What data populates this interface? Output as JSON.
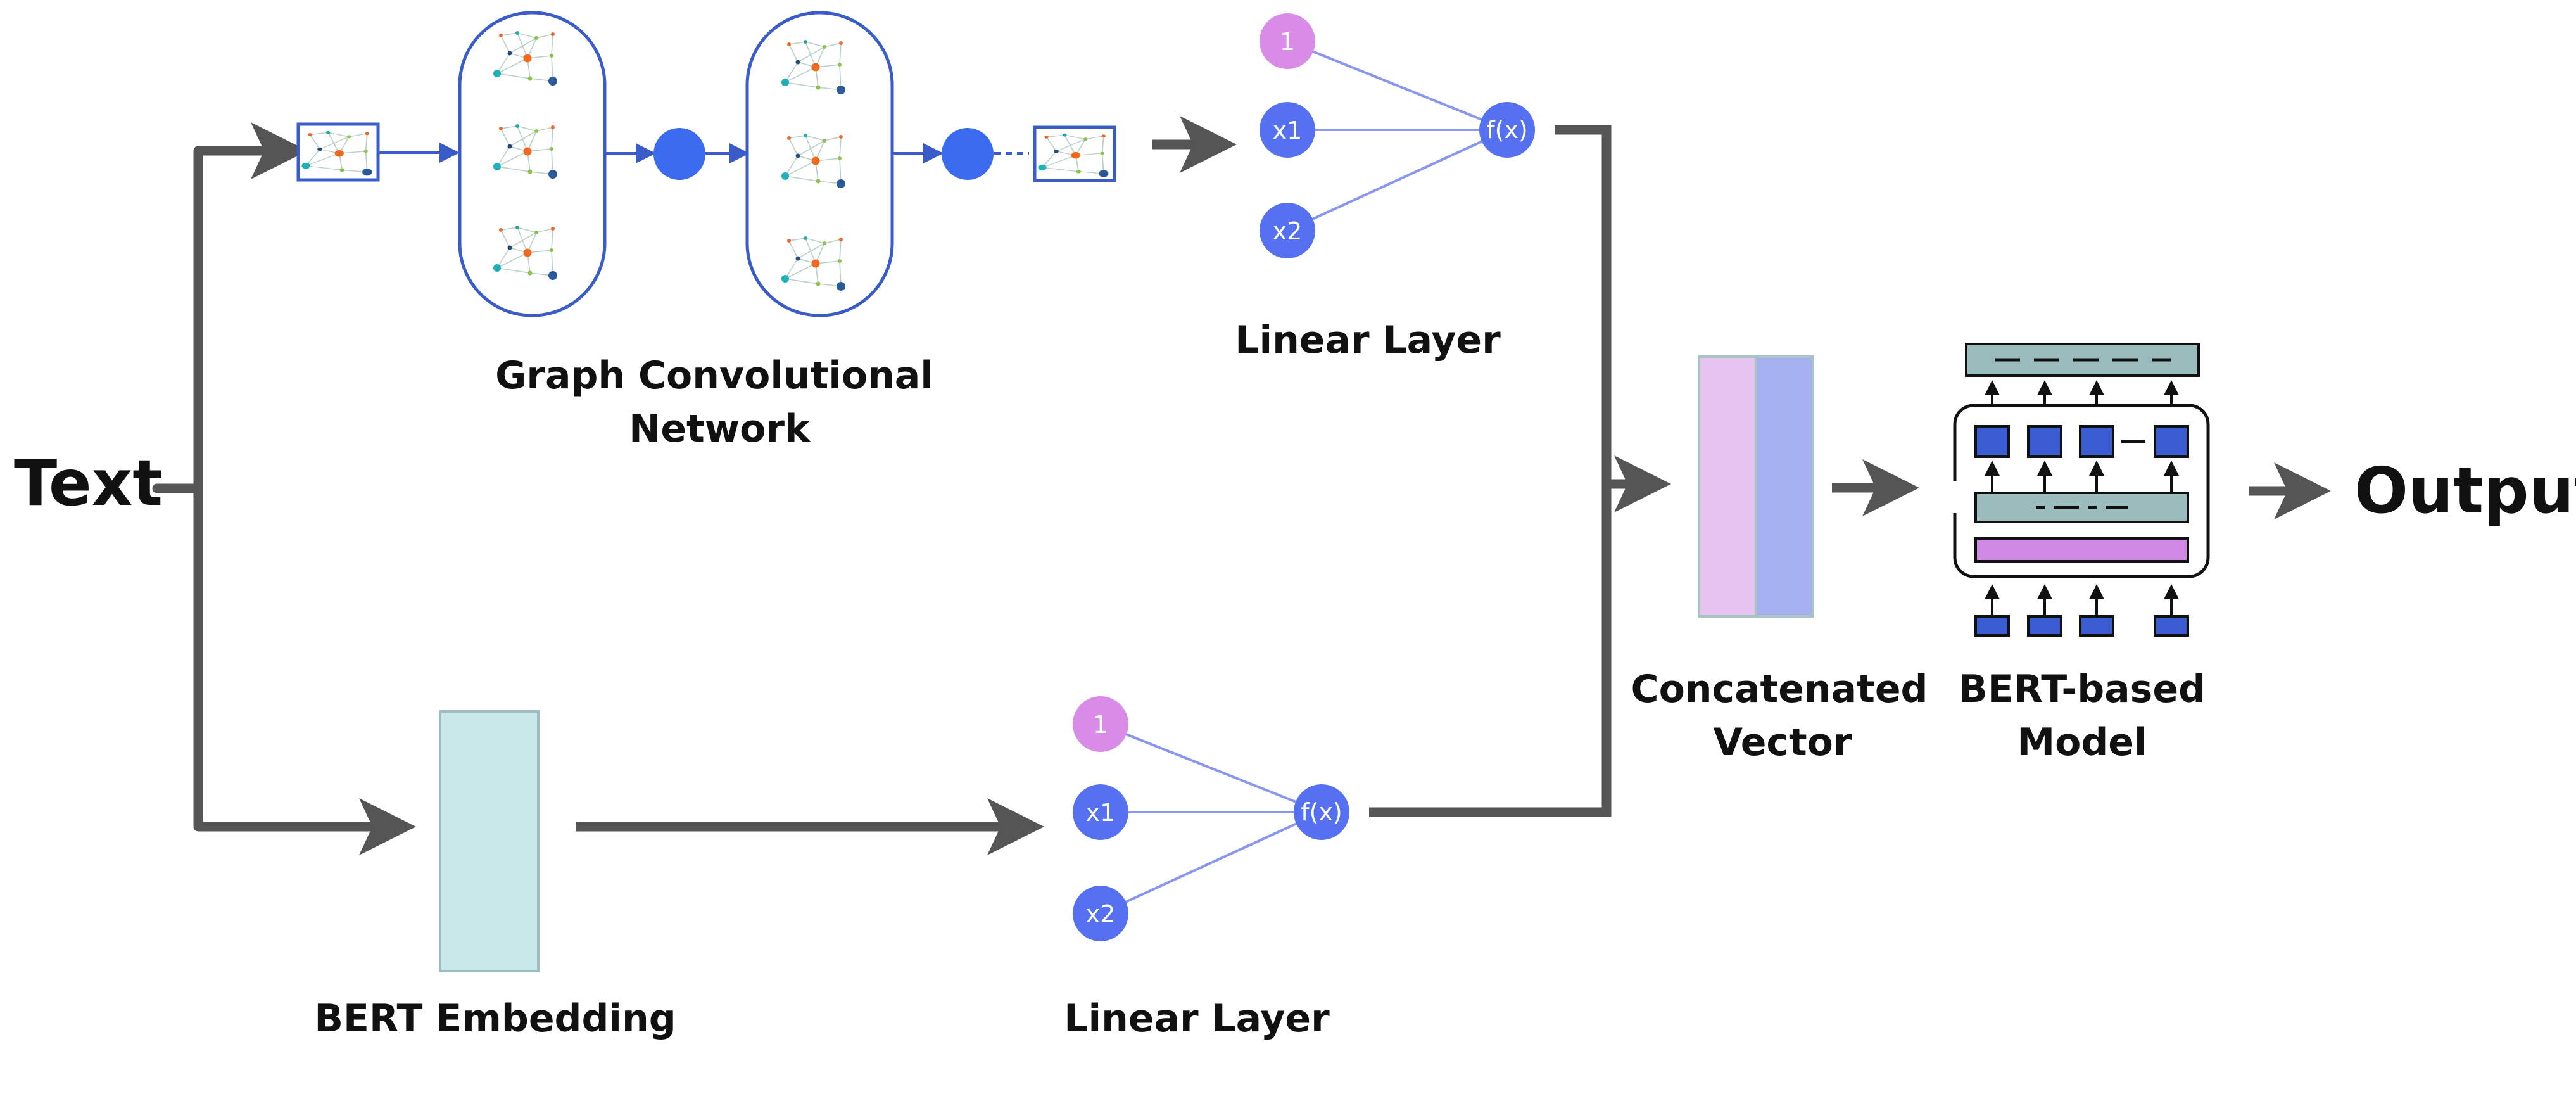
{
  "labels": {
    "input": "Text",
    "gcn_line1": "Graph Convolutional",
    "gcn_line2": "Network",
    "linear_top": "Linear Layer",
    "bert_embedding": "BERT Embedding",
    "linear_bottom": "Linear Layer",
    "concat_line1": "Concatenated",
    "concat_line2": "Vector",
    "bert_model_line1": "BERT-based",
    "bert_model_line2": "Model",
    "output": "Output"
  },
  "linear_nodes": {
    "bias": "1",
    "x1": "x1",
    "x2": "x2",
    "fx": "f(x)"
  },
  "colors": {
    "arrow": "#555555",
    "node_blue": "#5570f0",
    "node_pink": "#d98be8",
    "graph_border": "#3a5cc9",
    "embedding_fill": "#c8e8ea",
    "concat_pink": "#e6c3ef",
    "concat_blue": "#a5b0f0",
    "bert_gray": "#9bbcbc",
    "bert_square": "#3b5bd0",
    "bert_pink": "#d08ae6"
  }
}
